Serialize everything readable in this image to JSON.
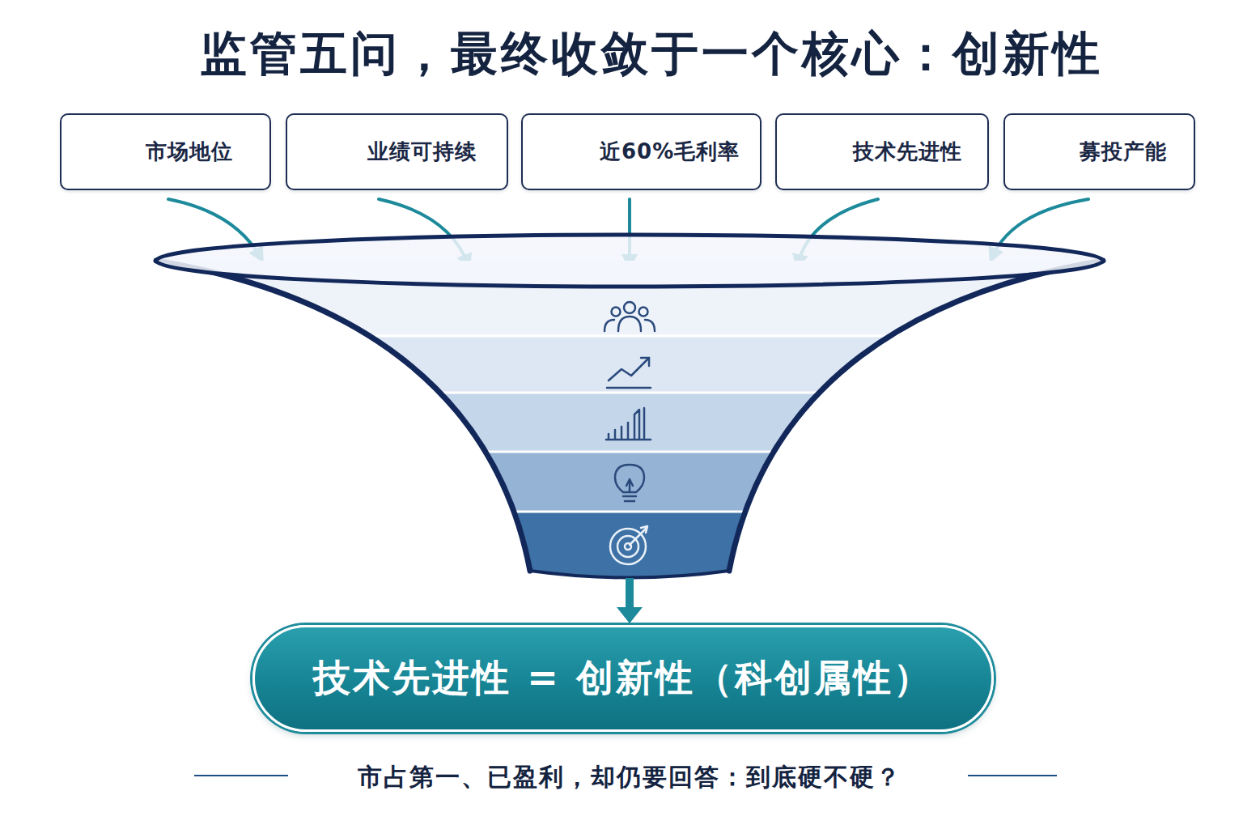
{
  "diagram": {
    "title": "监管五问，最终收敛于一个核心：创新性",
    "caption": "市占第一、已盈利，却仍要回答：到底硬不硬？",
    "nodes": [
      {
        "text": [
          "市场地位"
        ]
      },
      {
        "text": [
          "业绩可持续"
        ]
      },
      {
        "text": [
          "近60%毛利率"
        ]
      },
      {
        "text": [
          "技术先进性"
        ]
      },
      {
        "text": [
          "募投产能"
        ]
      },
      {
        "text": [
          "技术先进性 = 创新性（科创属性）"
        ]
      }
    ]
  }
}
